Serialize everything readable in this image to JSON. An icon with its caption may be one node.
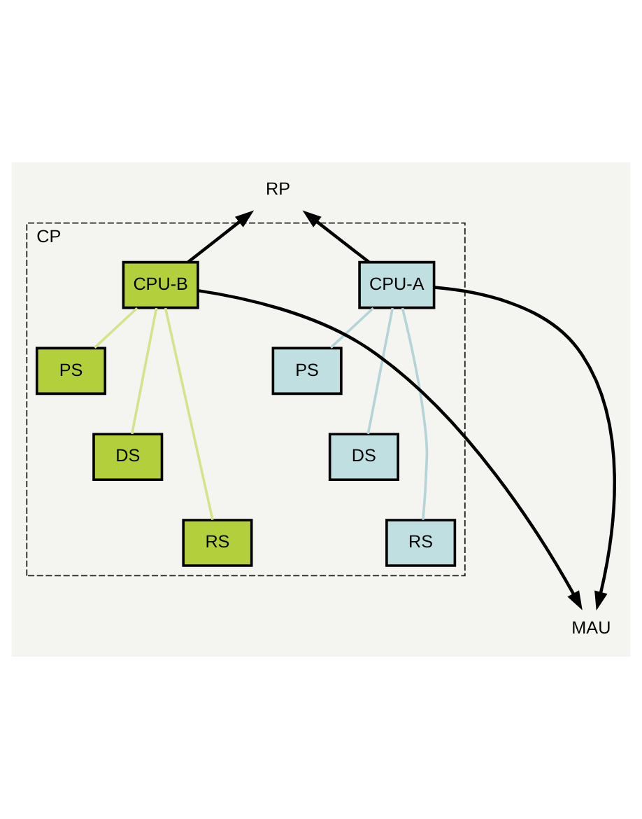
{
  "diagram": {
    "nodes": [
      {
        "text": [
          "RP"
        ]
      },
      {
        "text": [
          "CP"
        ]
      },
      {
        "text": [
          "CPU-A"
        ],
        "in": 1
      },
      {
        "text": [
          "CPU-B"
        ],
        "in": 1
      },
      {
        "text": [
          "PS"
        ],
        "in": 1
      },
      {
        "text": [
          "PS"
        ],
        "in": 1
      },
      {
        "text": [
          "DS"
        ],
        "in": 1
      },
      {
        "text": [
          "DS"
        ],
        "in": 1
      },
      {
        "text": [
          "RS"
        ],
        "in": 1
      },
      {
        "text": [
          "RS"
        ],
        "in": 1
      },
      {
        "text": [
          "MAU"
        ]
      }
    ],
    "edges": [
      {
        "from": 2,
        "to": 0,
        "arrow": "to"
      },
      {
        "from": 3,
        "to": 0,
        "arrow": "to"
      },
      {
        "from": 2,
        "to": 4,
        "arrow": "none",
        "color": "#b4d4d8"
      },
      {
        "from": 2,
        "to": 6,
        "arrow": "none",
        "color": "#b4d4d8"
      },
      {
        "from": 2,
        "to": 8,
        "arrow": "none",
        "color": "#b4d4d8"
      },
      {
        "from": 3,
        "to": 5,
        "arrow": "none",
        "color": "#d4e48a"
      },
      {
        "from": 3,
        "to": 7,
        "arrow": "none",
        "color": "#d4e48a"
      },
      {
        "from": 3,
        "to": 9,
        "arrow": "none",
        "color": "#d4e48a"
      },
      {
        "from": 2,
        "to": 10,
        "arrow": "to"
      },
      {
        "from": 3,
        "to": 10,
        "arrow": "to"
      }
    ]
  }
}
